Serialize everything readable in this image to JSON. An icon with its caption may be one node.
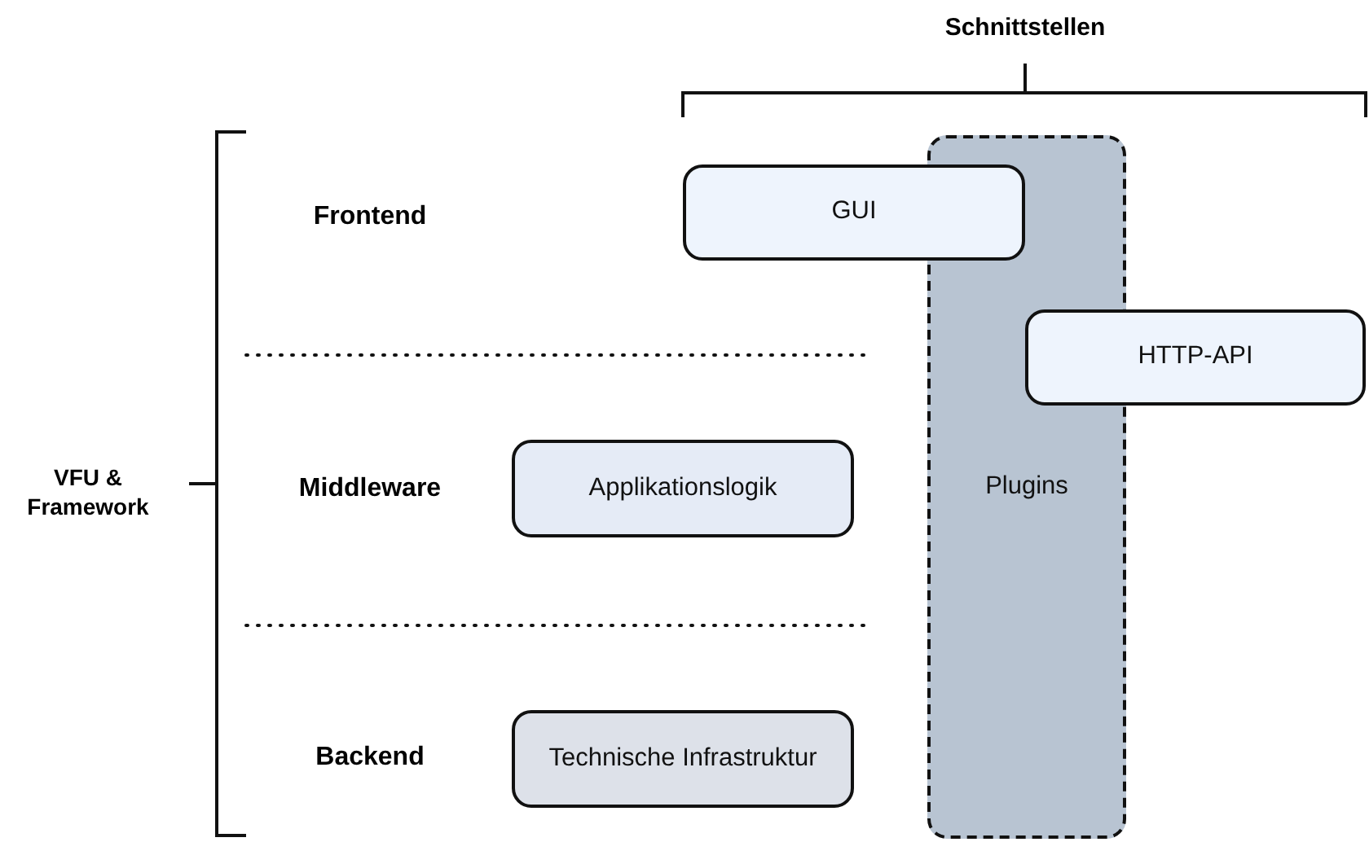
{
  "diagram": {
    "nodes": [
      {
        "text": [
          "GUI"
        ]
      },
      {
        "text": [
          "Plugins"
        ]
      },
      {
        "text": [
          "HTTP-API"
        ]
      },
      {
        "text": [
          "Applikationslogik"
        ]
      },
      {
        "text": [
          "Technische Infrastruktur"
        ]
      }
    ],
    "labels": [
      "Schnittstellen",
      "VFU & Framework",
      "Frontend",
      "Middleware",
      "Backend"
    ]
  }
}
